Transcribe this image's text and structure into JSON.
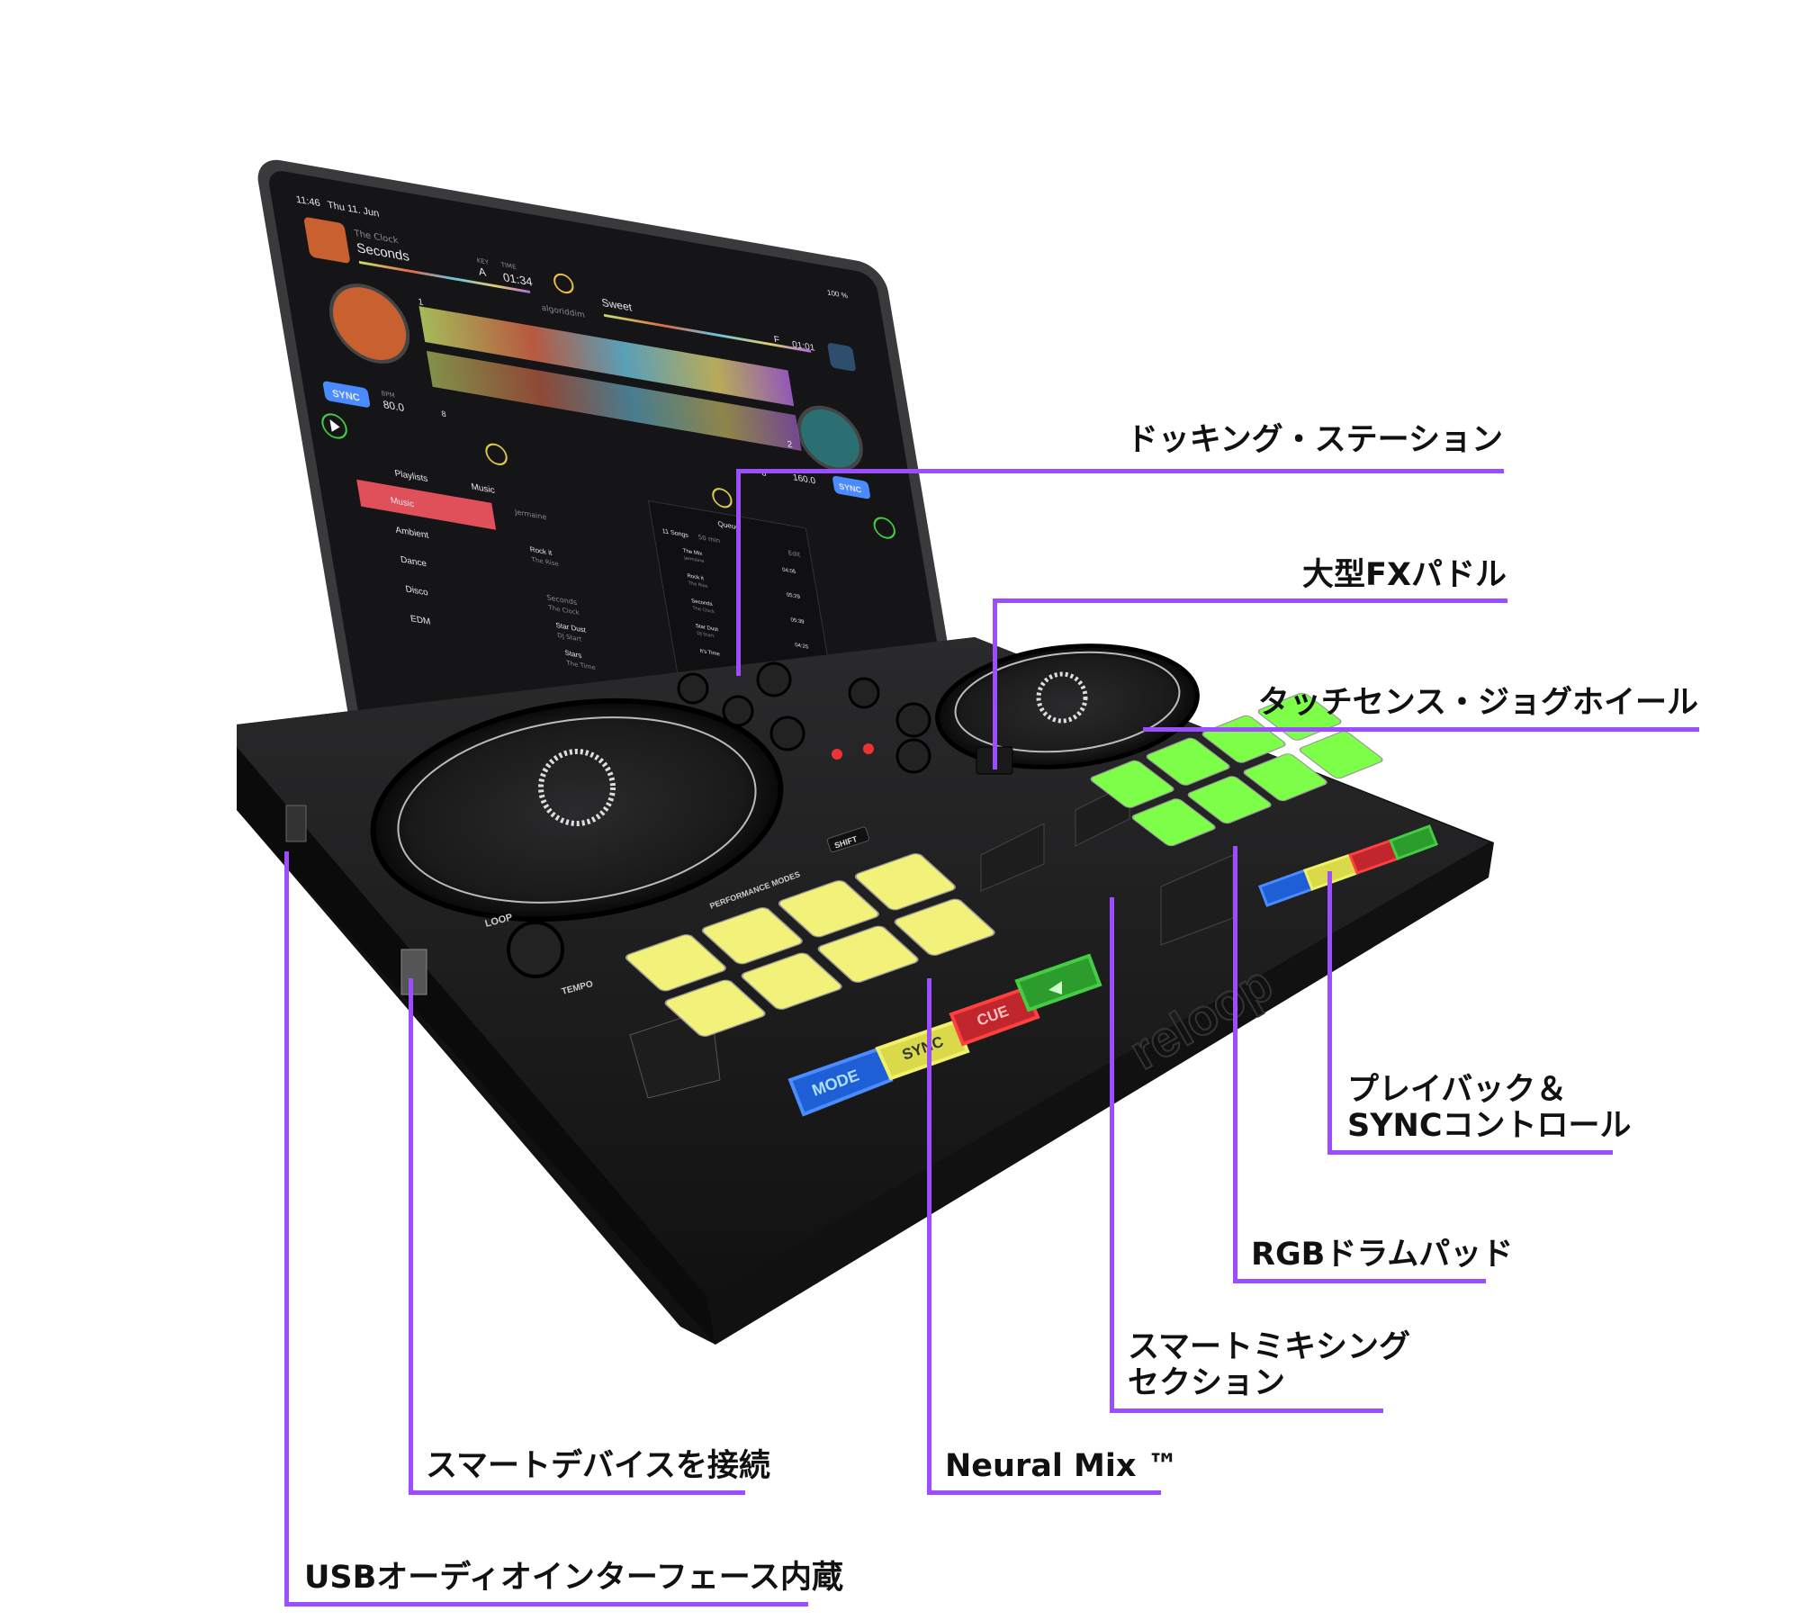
{
  "callouts": {
    "docking_station": "ドッキング・ステーション",
    "fx_paddle": "大型FXパドル",
    "jog_wheel": "タッチセンス・ジョグホイール",
    "playback_sync_line1": "プレイバック＆",
    "playback_sync_line2": "SYNCコントロール",
    "rgb_pads": "RGBドラムパッド",
    "mixing_line1": "スマートミキシング",
    "mixing_line2": "セクション",
    "neural_mix": "Neural Mix ™",
    "smart_device": "スマートデバイスを接続",
    "usb_audio": "USBオーディオインターフェース内蔵"
  },
  "colors": {
    "callout_line": "#9b4dff",
    "pad_yellow": "#f2f27a",
    "pad_green": "#7dff4a",
    "sync_blue": "#4a8cff",
    "body": "#1c1c1e"
  },
  "tablet": {
    "status_time": "11:46",
    "status_date": "Thu 11. Jun",
    "battery": "100 %",
    "deck1": {
      "artist": "The Clock",
      "title": "Seconds",
      "key_label": "KEY",
      "key": "A",
      "time_label": "TIME",
      "time": "01:34",
      "sync": "SYNC",
      "bpm_label": "BPM",
      "bpm": "80.0",
      "loop": "8",
      "marker": "1"
    },
    "deck2": {
      "title": "Sweet",
      "key": "F",
      "time": "01:01",
      "sync": "SYNC",
      "bpm": "160.0",
      "loop": "8",
      "marker": "2"
    },
    "brand": "algoriddim",
    "library": {
      "tab_playlists": "Playlists",
      "tab_music": "Music",
      "playlists": [
        "Music",
        "Ambient",
        "Dance",
        "Disco",
        "EDM"
      ],
      "tracks": [
        {
          "title": "Jermaine",
          "artist": ""
        },
        {
          "title": "Rock it",
          "artist": "The Rise"
        },
        {
          "title": "Seconds",
          "artist": "The Clock"
        },
        {
          "title": "Star Dust",
          "artist": "DJ Start"
        },
        {
          "title": "Stars",
          "artist": "The Time"
        }
      ]
    },
    "queue": {
      "title": "Queue",
      "count": "11 Songs",
      "duration": "50 min",
      "edit": "Edit",
      "items": [
        {
          "title": "The Mix",
          "artist": "Jermaine",
          "time": "04:05"
        },
        {
          "title": "Rock it",
          "artist": "The Rise",
          "time": "05:29"
        },
        {
          "title": "Seconds",
          "artist": "The Clock",
          "time": "05:39"
        },
        {
          "title": "Star Dust",
          "artist": "DJ Start",
          "time": "04:25"
        },
        {
          "title": "It's Time",
          "artist": "",
          "time": ""
        }
      ]
    }
  },
  "controller": {
    "brand": "reloop",
    "mode": "MODE",
    "sync": "SYNC",
    "cue": "CUE",
    "shift": "SHIFT",
    "tempo": "TEMPO",
    "loop": "LOOP",
    "performance_modes": "PERFORMANCE MODES"
  }
}
